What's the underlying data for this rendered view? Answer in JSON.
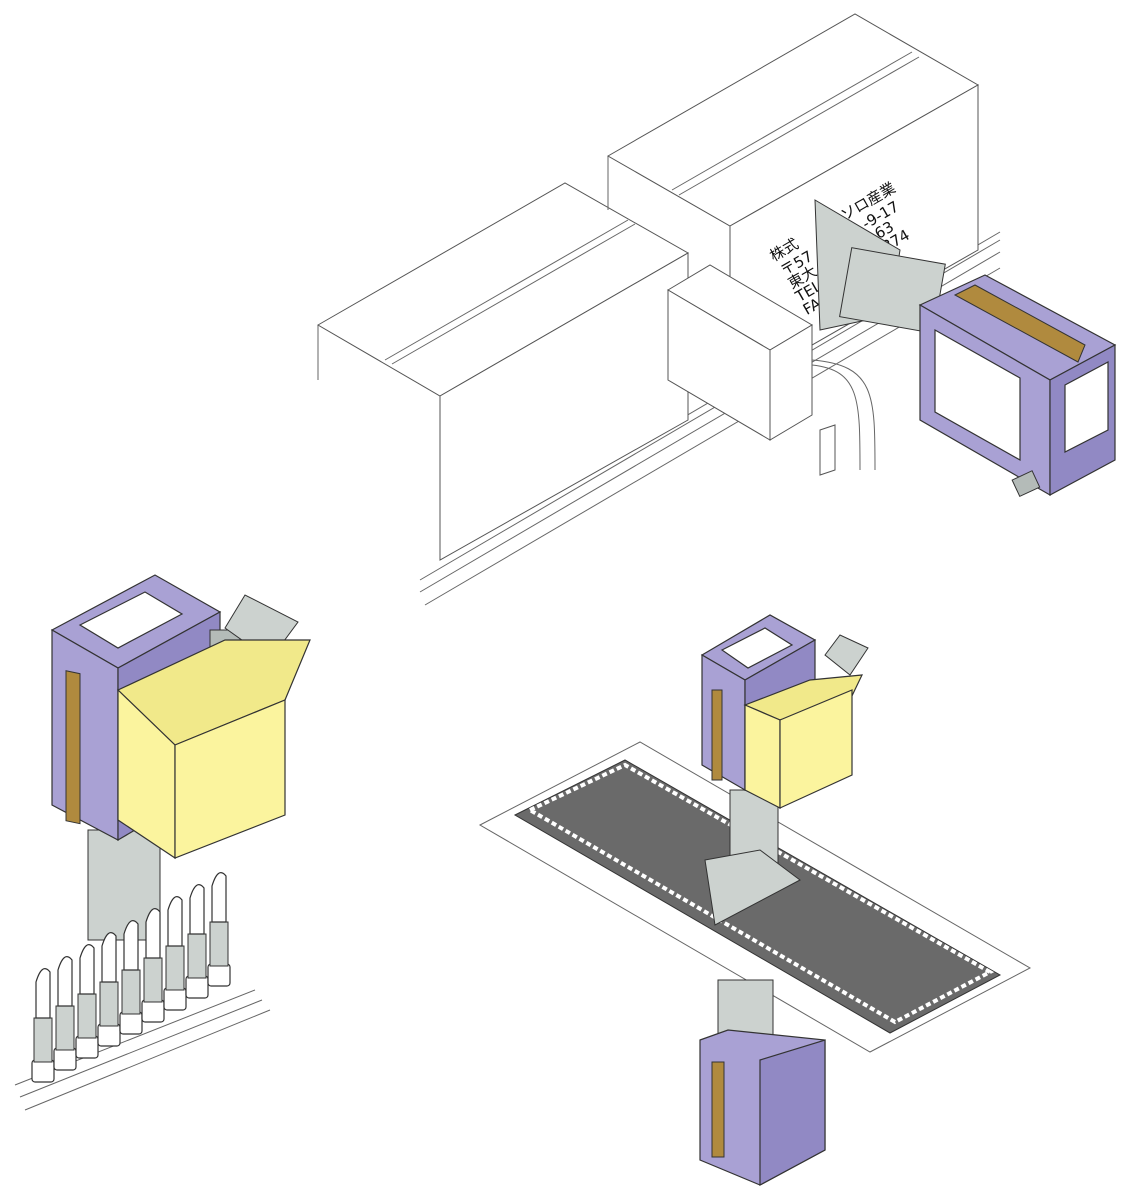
{
  "carton_label": {
    "company": "株式",
    "company_tail": "ソロ産業",
    "lines": [
      "〒57",
      "東大",
      "TEL",
      "FA"
    ],
    "lines_tail": [
      "-9-17",
      "63",
      "374"
    ]
  },
  "colors": {
    "device_body": "#a9a1d4",
    "carton": "#fbf49e",
    "nozzle": "#ccd2cf",
    "bracket": "#b08a3e"
  }
}
